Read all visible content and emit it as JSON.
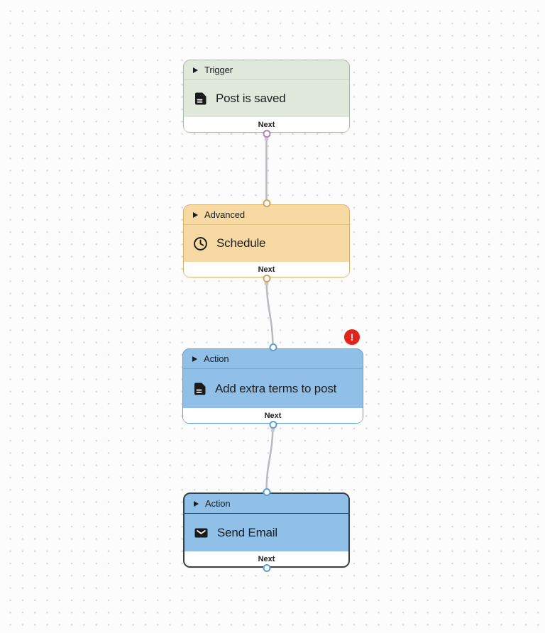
{
  "canvas": {
    "background_color": "#fcfcfc",
    "dot_color": "#d9d9d9"
  },
  "nodes": [
    {
      "category": "Trigger",
      "title": "Post is saved",
      "icon": "document-icon",
      "footer_label": "Next",
      "selected": false,
      "has_input_port": false,
      "has_output_port": true,
      "colors": {
        "fill": "#dfe8db",
        "border": "#adbcaa",
        "separator": "#c5d1c1",
        "port": "#b181ba"
      }
    },
    {
      "category": "Advanced",
      "title": "Schedule",
      "icon": "clock-icon",
      "footer_label": "Next",
      "selected": false,
      "has_input_port": true,
      "has_output_port": true,
      "colors": {
        "fill": "#f6d9a3",
        "border": "#d7b46e",
        "separator": "#e0c184",
        "port": "#cfa65e"
      }
    },
    {
      "category": "Action",
      "title": "Add extra terms to post",
      "icon": "document-icon",
      "footer_label": "Next",
      "error_badge": "!",
      "selected": false,
      "has_input_port": true,
      "has_output_port": true,
      "colors": {
        "fill": "#90c0e8",
        "border": "#5f9fd4",
        "separator": "#6ea9da",
        "port": "#5f9fd4"
      }
    },
    {
      "category": "Action",
      "title": "Send Email",
      "icon": "envelope-icon",
      "footer_label": "Next",
      "selected": true,
      "has_input_port": true,
      "has_output_port": true,
      "colors": {
        "fill": "#90c0e8",
        "border": "#3a3f44",
        "separator": "#41464b",
        "port": "#5f9fd4"
      }
    }
  ],
  "edges": [
    {
      "from": "Trigger (Post is saved)",
      "to": "Advanced (Schedule)"
    },
    {
      "from": "Advanced (Schedule)",
      "to": "Action (Add extra terms to post)"
    },
    {
      "from": "Action (Add extra terms to post)",
      "to": "Action (Send Email)"
    }
  ],
  "edge_color": "#b9b9c0",
  "error_color": "#e0231c"
}
